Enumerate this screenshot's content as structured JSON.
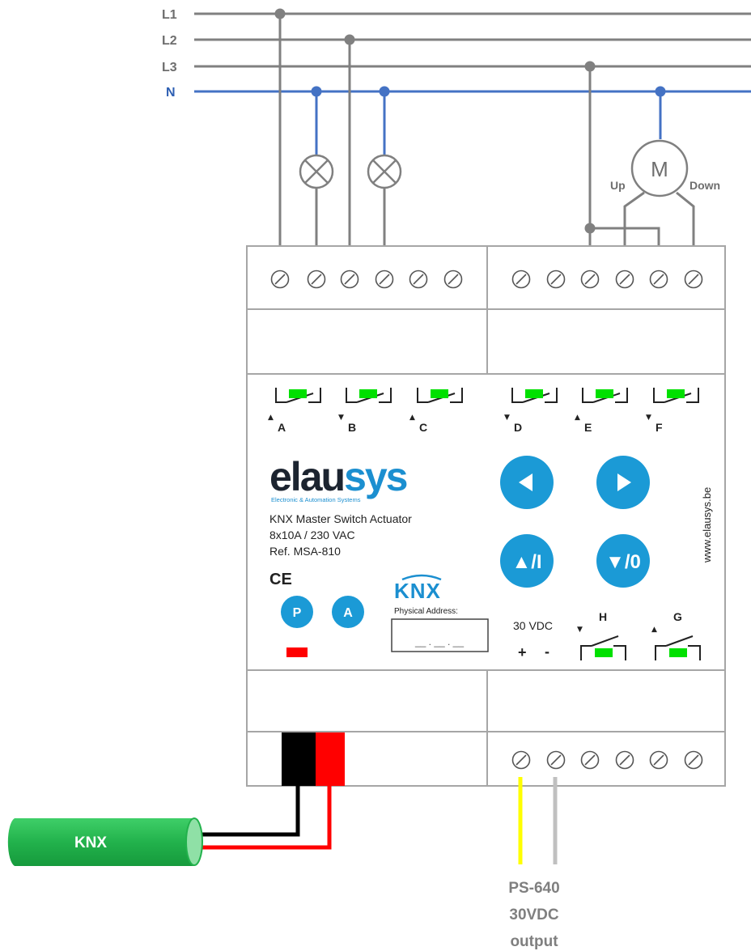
{
  "colors": {
    "phase_line": "#808080",
    "neutral_line": "#4472c4",
    "neutral_label": "#2e5fb3",
    "led": "#00e000",
    "led_red": "#ff0000",
    "button_blue": "#1b9ad6",
    "knx_blue": "#1b8fd0",
    "cable_green": "#22b24c",
    "wire_yellow": "#ffff00",
    "wire_grey": "#c0c0c0",
    "brand_dark": "#1c2430",
    "brand_blue": "#1b8fd0"
  },
  "lines": [
    {
      "name": "L1",
      "kind": "phase"
    },
    {
      "name": "L2",
      "kind": "phase"
    },
    {
      "name": "L3",
      "kind": "phase"
    },
    {
      "name": "N",
      "kind": "neutral"
    }
  ],
  "motor": {
    "symbol": "M",
    "up": "Up",
    "down": "Down"
  },
  "channels_top": [
    {
      "label": "A",
      "arrow": "▲"
    },
    {
      "label": "B",
      "arrow": "▼"
    },
    {
      "label": "C",
      "arrow": "▲"
    },
    {
      "label": "D",
      "arrow": "▼"
    },
    {
      "label": "E",
      "arrow": "▲"
    },
    {
      "label": "F",
      "arrow": "▼"
    }
  ],
  "channels_bottom": [
    {
      "label": "H",
      "arrow": "▼"
    },
    {
      "label": "G",
      "arrow": "▲"
    }
  ],
  "brand": {
    "name_dark": "elau",
    "name_blue": "sys",
    "tagline": "Electronic & Automation Systems",
    "website": "www.elausys.be"
  },
  "product": {
    "line1": "KNX Master Switch Actuator",
    "line2": "8x10A / 230 VAC",
    "line3": "Ref.  MSA-810",
    "ce": "CE"
  },
  "buttons": {
    "left": "◀",
    "right": "▶",
    "up_on": "▲/I",
    "down_off": "▼/0",
    "p": "P",
    "a": "A"
  },
  "knx_logo": "KNX",
  "physical_address": {
    "label": "Physical Address:",
    "value": "__ . __ . __"
  },
  "supply": {
    "voltage": "30 VDC",
    "plus": "+",
    "minus": "-"
  },
  "bus_cable_label": "KNX",
  "power_supply": {
    "line1": "PS-640",
    "line2": "30VDC",
    "line3": "output"
  }
}
